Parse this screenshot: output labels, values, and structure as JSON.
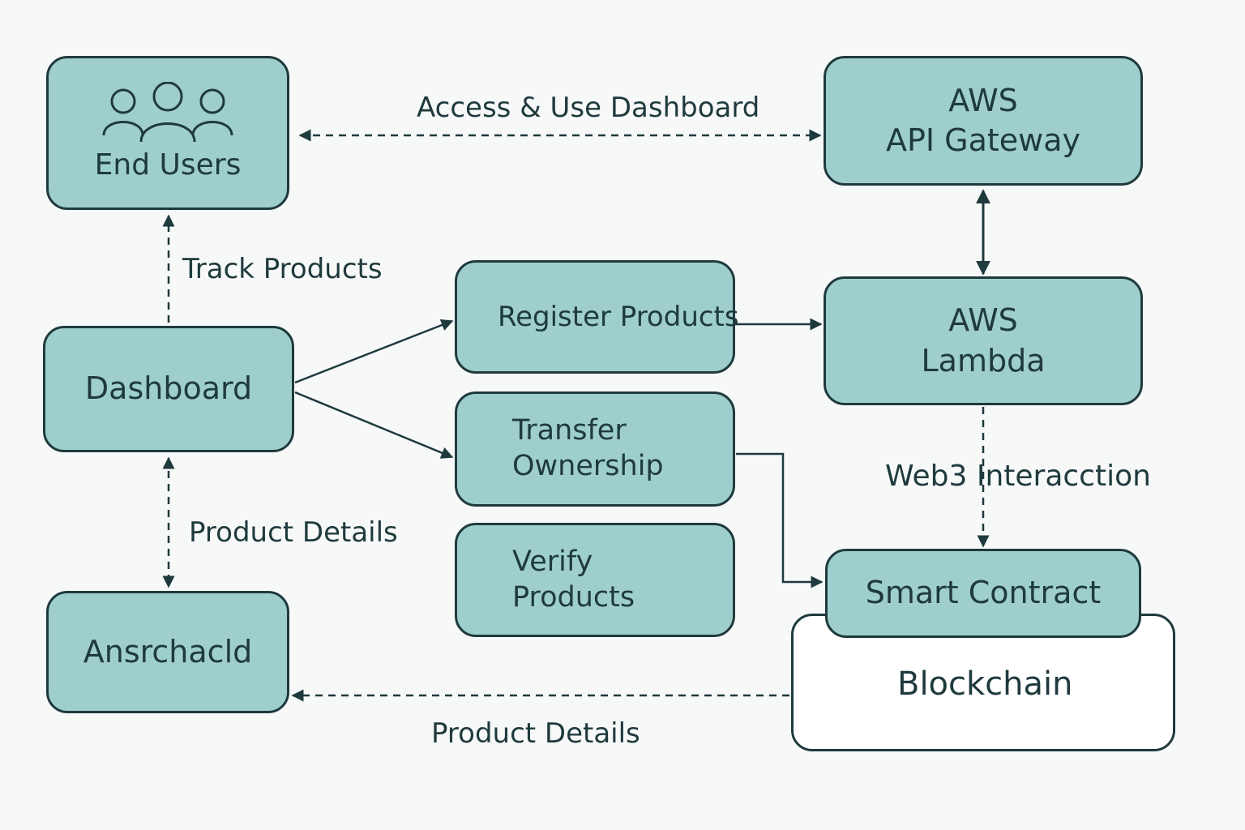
{
  "nodes": {
    "end_users": {
      "label": "End Users",
      "icon": "users-icon"
    },
    "aws_api_gateway": {
      "line1": "AWS",
      "line2": "API Gateway"
    },
    "dashboard": {
      "label": "Dashboard"
    },
    "register_products": {
      "label": "Register Products"
    },
    "aws_lambda": {
      "line1": "AWS",
      "line2": "Lambda"
    },
    "transfer_ownership": {
      "line1": "Transfer",
      "line2": "Ownership"
    },
    "verify_products": {
      "line1": "Verify",
      "line2": "Products"
    },
    "smart_contract": {
      "label": "Smart Contract"
    },
    "blockchain": {
      "label": "Blockchain"
    },
    "ansrchacld": {
      "label": "Ansrchacld"
    }
  },
  "edge_labels": {
    "access_dashboard": "Access & Use Dashboard",
    "track_products": "Track Products",
    "product_details_vertical": "Product Details",
    "web3_interaction": "Web3 Interacction",
    "product_details_bottom": "Product Details"
  },
  "colors": {
    "node_fill": "#9ecfcd",
    "stroke": "#1f3a3d",
    "background": "#f7f8f8",
    "blockchain_fill": "#ffffff"
  }
}
